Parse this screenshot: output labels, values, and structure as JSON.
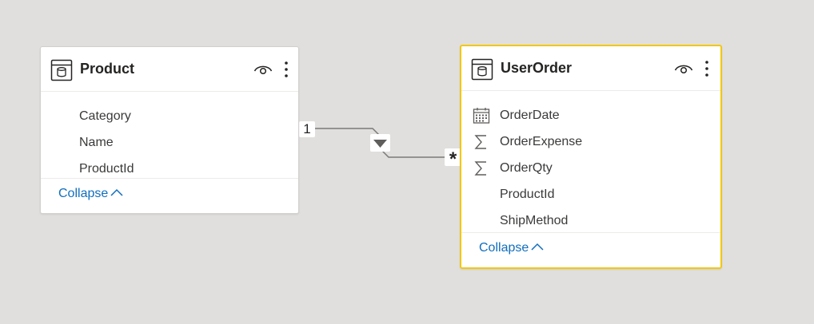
{
  "tables": {
    "product": {
      "title": "Product",
      "fields": [
        {
          "label": "Category",
          "icon": ""
        },
        {
          "label": "Name",
          "icon": ""
        },
        {
          "label": "ProductId",
          "icon": ""
        }
      ],
      "collapse_label": "Collapse",
      "selected": false
    },
    "user_order": {
      "title": "UserOrder",
      "fields": [
        {
          "label": "OrderDate",
          "icon": "calendar-icon"
        },
        {
          "label": "OrderExpense",
          "icon": "sum-icon"
        },
        {
          "label": "OrderQty",
          "icon": "sum-icon"
        },
        {
          "label": "ProductId",
          "icon": ""
        },
        {
          "label": "ShipMethod",
          "icon": ""
        }
      ],
      "collapse_label": "Collapse",
      "selected": true
    }
  },
  "relationship": {
    "from_cardinality": "1",
    "to_cardinality": "*",
    "filter_direction_icon": "single-direction-arrow-icon"
  },
  "colors": {
    "canvas": "#e1dfdd",
    "selected_border": "#f2c811",
    "link": "#106ebe",
    "relationship_line": "#7a7a7a"
  }
}
